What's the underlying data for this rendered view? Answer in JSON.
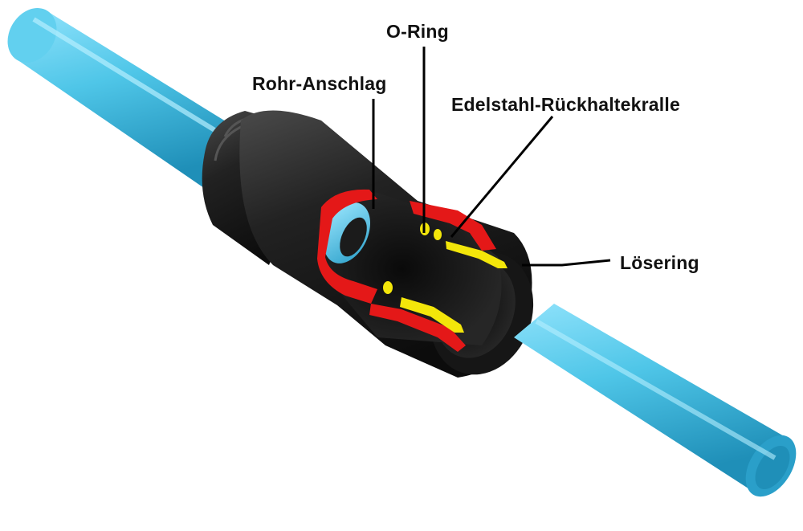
{
  "diagram": {
    "labels": {
      "o_ring": "O-Ring",
      "rohr_anschlag": "Rohr-Anschlag",
      "rueckhaltekralle": "Edelstahl-Rückhaltekralle",
      "loesering": "Lösering"
    },
    "colors": {
      "pipe": "#4fc6e8",
      "pipe_dark": "#1f8fb8",
      "fitting": "#1c1c1c",
      "cut_red": "#e41818",
      "cut_yellow": "#f3e60a",
      "leader": "#000000"
    }
  }
}
